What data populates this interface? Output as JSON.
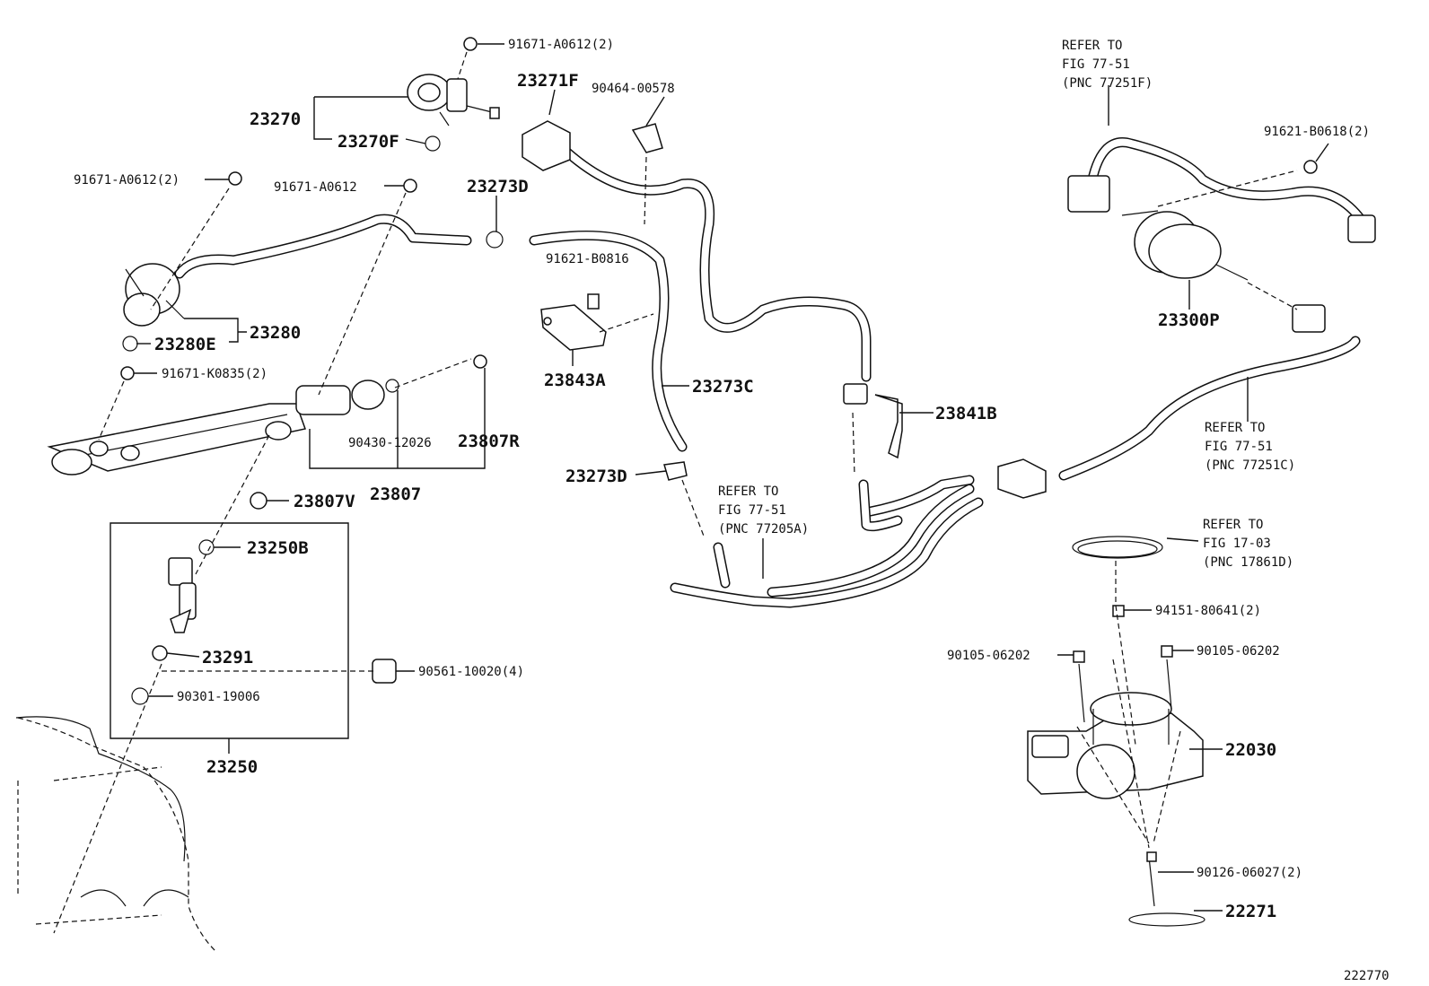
{
  "diagram_id": "222770",
  "labels": {
    "p91671_a0612_2_top": "91671-A0612(2)",
    "p23270": "23270",
    "p23270f": "23270F",
    "p91671_a0612_2_left": "91671-A0612(2)",
    "p91671_a0612": "91671-A0612",
    "p23280": "23280",
    "p23280e": "23280E",
    "p91671_k0835_2": "91671-K0835(2)",
    "p90430_12026": "90430-12026",
    "p23807r": "23807R",
    "p23807": "23807",
    "p23807v": "23807V",
    "p23250b": "23250B",
    "p23291": "23291",
    "p90301_19006": "90301-19006",
    "p90561_10020_4": "90561-10020(4)",
    "p23250": "23250",
    "p23271f": "23271F",
    "p90464_00578": "90464-00578",
    "p23273d_top": "23273D",
    "p91621_b0816": "91621-B0816",
    "p23843a": "23843A",
    "p23273c": "23273C",
    "p23273d_bot": "23273D",
    "p23841b": "23841B",
    "p91621_b0618_2": "91621-B0618(2)",
    "p23300p": "23300P",
    "p94151_80641_2": "94151-80641(2)",
    "p90105_06202_l": "90105-06202",
    "p90105_06202_r": "90105-06202",
    "p22030": "22030",
    "p90126_06027_2": "90126-06027(2)",
    "p22271": "22271"
  },
  "refers": {
    "r77251f": [
      "REFER TO",
      "FIG 77-51",
      "(PNC 77251F)"
    ],
    "r77251c": [
      "REFER TO",
      "FIG 77-51",
      "(PNC 77251C)"
    ],
    "r77205a": [
      "REFER TO",
      "FIG 77-51",
      "(PNC 77205A)"
    ],
    "r17861d": [
      "REFER TO",
      "FIG 17-03",
      "(PNC 17861D)"
    ]
  }
}
